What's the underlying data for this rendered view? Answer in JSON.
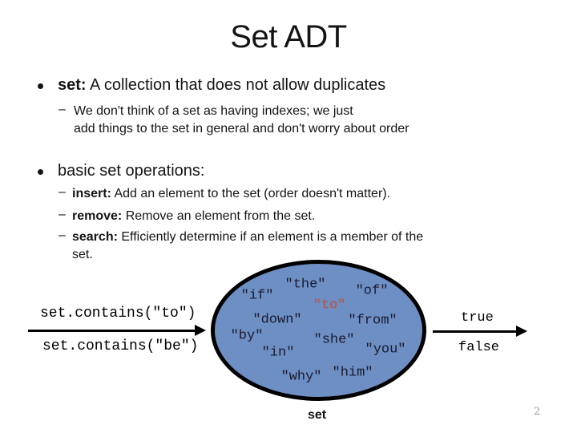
{
  "slide": {
    "title": "Set ADT",
    "page_number": "2"
  },
  "bullets": {
    "b1": {
      "term": "set:",
      "rest": " A collection that does not allow duplicates",
      "sub_marker": "–",
      "sub_line1": "We don't think of a set as having indexes; we just",
      "sub_line2": "add things to the set in general and don't worry about order"
    },
    "b2": {
      "label": "basic set operations:",
      "items": [
        {
          "marker": "–",
          "term": "insert:",
          "rest": " Add an element to the set (order doesn't matter)."
        },
        {
          "marker": "–",
          "term": "remove:",
          "rest": " Remove an element from the set."
        },
        {
          "marker": "–",
          "term": "search:",
          "rest": " Efficiently determine if an element is a member of the",
          "line2": "set."
        }
      ]
    }
  },
  "diagram": {
    "call_top": "set.contains(\"to\")",
    "call_bottom": "set.contains(\"be\")",
    "result_top": "true",
    "result_bottom": "false",
    "set_label": "set",
    "ellipse_fill": "#6d8fc3",
    "ellipse_border": "#000000",
    "word_color": "#1a1a30",
    "highlight_color": "#aa5f63",
    "words": [
      {
        "text": "\"the\""
      },
      {
        "text": "\"of\""
      },
      {
        "text": "\"if\""
      },
      {
        "text": "\"to\"",
        "highlight": true
      },
      {
        "text": "\"down\""
      },
      {
        "text": "\"from\""
      },
      {
        "text": "\"by\""
      },
      {
        "text": "\"she\""
      },
      {
        "text": "\"you\""
      },
      {
        "text": "\"in\""
      },
      {
        "text": "\"why\""
      },
      {
        "text": "\"him\""
      }
    ]
  }
}
